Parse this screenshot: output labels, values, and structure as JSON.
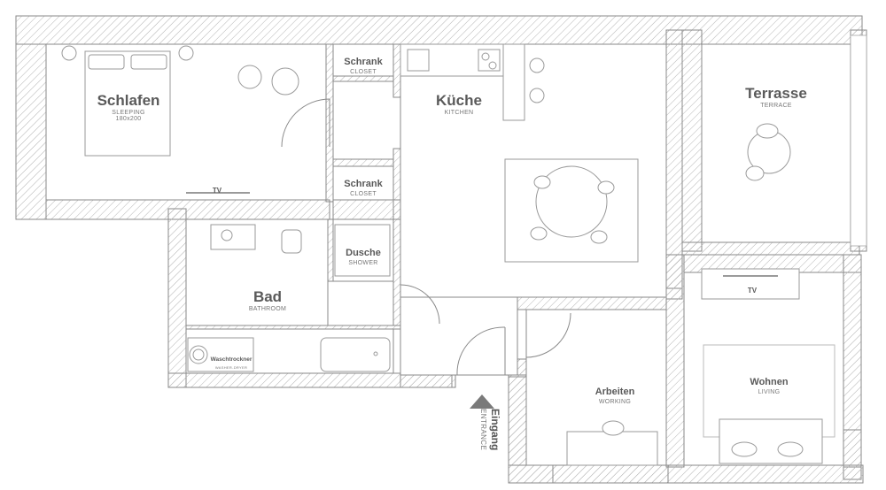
{
  "rooms": {
    "schlafen": {
      "name": "Schlafen",
      "en": "SLEEPING",
      "size": "180x200",
      "tv": "TV"
    },
    "schrank1": {
      "name": "Schrank",
      "en": "CLOSET"
    },
    "schrank2": {
      "name": "Schrank",
      "en": "CLOSET"
    },
    "kueche": {
      "name": "Küche",
      "en": "KITCHEN"
    },
    "terrasse": {
      "name": "Terrasse",
      "en": "TERRACE"
    },
    "dusche": {
      "name": "Dusche",
      "en": "SHOWER"
    },
    "bad": {
      "name": "Bad",
      "en": "BATHROOM"
    },
    "washer": {
      "name": "Waschtrockner",
      "en": "WASHER-DRYER"
    },
    "arbeiten": {
      "name": "Arbeiten",
      "en": "WORKING"
    },
    "wohnen": {
      "name": "Wohnen",
      "en": "LIVING",
      "tv": "TV"
    }
  },
  "entrance": {
    "name": "Eingang",
    "en": "ENTRANCE"
  },
  "colors": {
    "wall": "#8a8a8a",
    "hatch": "#b0b0b0",
    "fixture": "#9a9a9a",
    "rug": "#c7c7c7",
    "text": "#555555"
  }
}
